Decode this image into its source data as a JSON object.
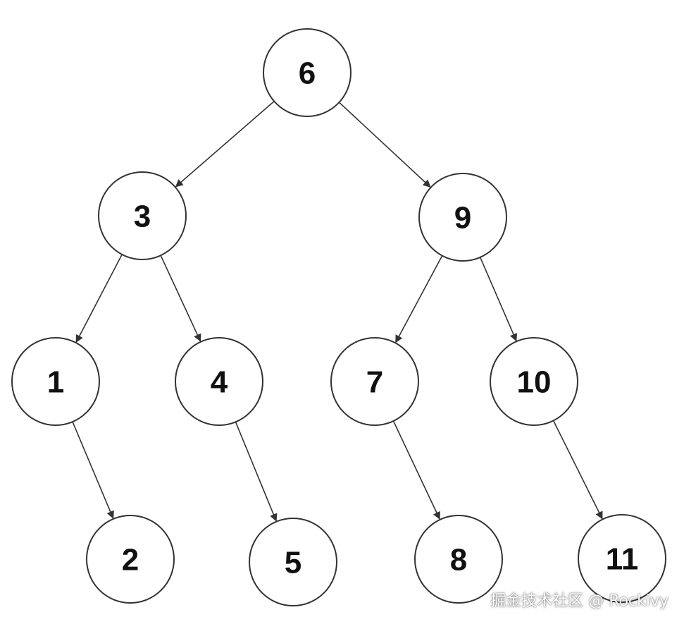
{
  "diagram": {
    "type": "binary-search-tree",
    "nodes": [
      {
        "id": "n6",
        "label": "6"
      },
      {
        "id": "n3",
        "label": "3"
      },
      {
        "id": "n9",
        "label": "9"
      },
      {
        "id": "n1",
        "label": "1"
      },
      {
        "id": "n4",
        "label": "4"
      },
      {
        "id": "n7",
        "label": "7"
      },
      {
        "id": "n10",
        "label": "10"
      },
      {
        "id": "n2",
        "label": "2"
      },
      {
        "id": "n5",
        "label": "5"
      },
      {
        "id": "n8",
        "label": "8"
      },
      {
        "id": "n11",
        "label": "11"
      }
    ],
    "edges": [
      {
        "from": "n6",
        "to": "n3"
      },
      {
        "from": "n6",
        "to": "n9"
      },
      {
        "from": "n3",
        "to": "n1"
      },
      {
        "from": "n3",
        "to": "n4"
      },
      {
        "from": "n9",
        "to": "n7"
      },
      {
        "from": "n9",
        "to": "n10"
      },
      {
        "from": "n1",
        "to": "n2"
      },
      {
        "from": "n4",
        "to": "n5"
      },
      {
        "from": "n7",
        "to": "n8"
      },
      {
        "from": "n10",
        "to": "n11"
      }
    ]
  },
  "watermark": {
    "text": "掘金技术社区 @ Rockivy"
  },
  "colors": {
    "stroke": "#333333",
    "text": "#111111",
    "background": "#ffffff"
  }
}
